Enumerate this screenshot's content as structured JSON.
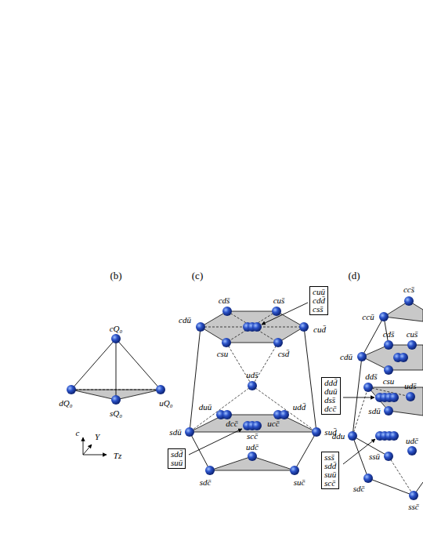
{
  "diagram": {
    "nodes": [
      {
        "text": [
          "cuū",
          "cdd̄",
          "css̄"
        ]
      },
      {
        "text": [
          "sdd̄",
          "suū"
        ]
      },
      {
        "text": [
          "ddd̄",
          "duū",
          "dss̄",
          "dcc̄"
        ]
      },
      {
        "text": [
          "sss̄",
          "sdd̄",
          "suū",
          "scc̄"
        ]
      }
    ],
    "labels": [
      "(b)",
      "cQ₀",
      "dQ₀",
      "uQ₀",
      "sQ₀",
      "c",
      "Y",
      "Tz",
      "(c)",
      "cds̄",
      "cus̄",
      "cdū",
      "cud̄",
      "csu",
      "csd̄",
      "uds̄",
      "duū",
      "dcc̄",
      "ucc̄",
      "udd̄",
      "sdū",
      "sud̄",
      "scc̄",
      "udc̄",
      "sdc̄",
      "suc̄",
      "(d)",
      "ccs̄",
      "ccū",
      "cds̄",
      "cus̄",
      "cdū",
      "csu",
      "dds̄",
      "uds̄",
      "sdū",
      "ddu",
      "ssū",
      "udc̄",
      "sdc̄",
      "ssc̄"
    ]
  }
}
